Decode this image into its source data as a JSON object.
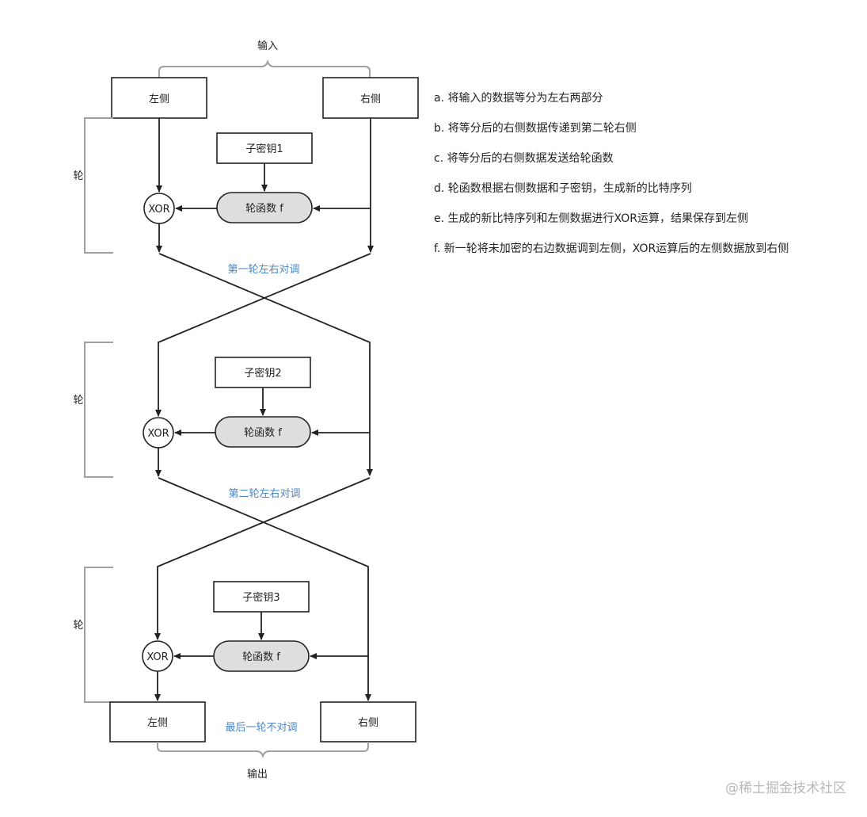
{
  "diagram": {
    "input_label": "输入",
    "output_label": "输出",
    "left_label": "左侧",
    "right_label": "右侧",
    "round_label": "轮",
    "xor_label": "XOR",
    "round_function_label": "轮函数 f",
    "subkeys": [
      "子密钥1",
      "子密钥2",
      "子密钥3"
    ],
    "swap_labels": [
      "第一轮左右对调",
      "第二轮左右对调"
    ],
    "last_round_label": "最后一轮不对调",
    "accent_color": "#4a86c5"
  },
  "steps": [
    "a. 将输入的数据等分为左右两部分",
    "b. 将等分后的右侧数据传递到第二轮右侧",
    "c. 将等分后的右侧数据发送给轮函数",
    "d. 轮函数根据右侧数据和子密钥，生成新的比特序列",
    "e. 生成的新比特序列和左侧数据进行XOR运算，结果保存到左侧",
    "f. 新一轮将未加密的右边数据调到左侧，XOR运算后的左侧数据放到右侧"
  ],
  "watermark": "@稀土掘金技术社区"
}
